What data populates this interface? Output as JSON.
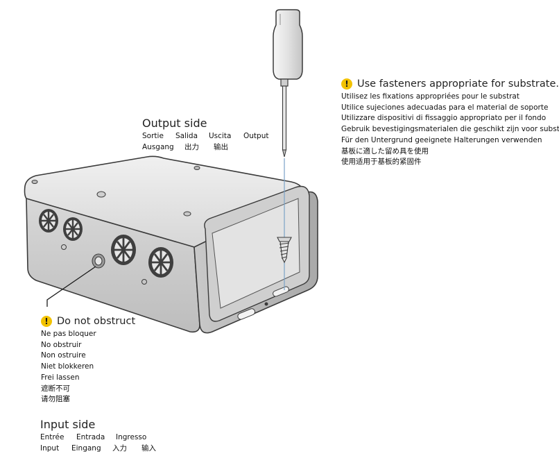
{
  "output_side": {
    "title": "Output side",
    "translations_row1": [
      "Sortie",
      "Salida",
      "Uscita",
      "Output"
    ],
    "translations_row2": [
      "Ausgang",
      "出力",
      "输出"
    ]
  },
  "fasteners_warning": {
    "title": "Use fasteners appropriate for substrate.",
    "translations": [
      "Utilisez les fixations appropriées pour le substrat",
      "Utilice sujeciones adecuadas para el material de soporte",
      "Utilizzare dispositivi di fissaggio appropriato per il fondo",
      "Gebruik bevestigingsmaterialen die geschikt zijn voor substraat",
      "Für den Untergrund geeignete Halterungen verwenden",
      "基板に適した留め具を使用",
      "使用适用于基板的紧固件"
    ]
  },
  "obstruct_warning": {
    "title": "Do not obstruct",
    "translations": [
      "Ne pas bloquer",
      "No obstruir",
      "Non ostruire",
      "Niet blokkeren",
      "Frei lassen",
      "遮断不可",
      "请勿阻塞"
    ]
  },
  "input_side": {
    "title": "Input side",
    "translations_row1": [
      "Entrée",
      "Entrada",
      "Ingresso"
    ],
    "translations_row2": [
      "Input",
      "Eingang",
      "入力",
      "输入"
    ]
  },
  "colors": {
    "warning_icon": "#f2c200",
    "enclosure_body": "#dcdcdc",
    "enclosure_outline": "#3a3a3a",
    "callout_line": "#1a1a1a",
    "screw_guide_line": "#7aa2c8"
  },
  "icons": [
    "warning-icon",
    "screwdriver-icon",
    "screw-icon",
    "enclosure-illustration"
  ]
}
